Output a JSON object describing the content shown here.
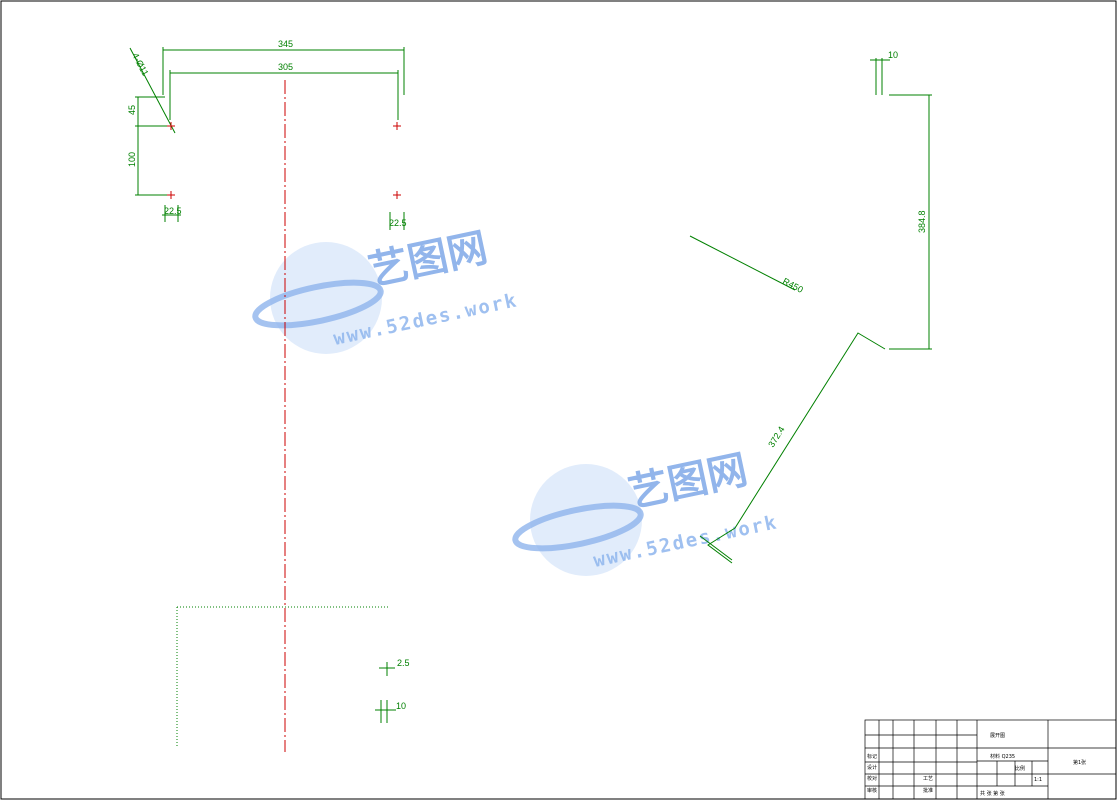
{
  "colors": {
    "dimension": "#008000",
    "centerline": "#cc0000",
    "frame": "#000000",
    "watermark": "#7fa9e8"
  },
  "dimensions": {
    "top_width_outer": "345",
    "top_width_inner": "305",
    "angle_note": "4-Ø11",
    "height_45": "45",
    "height_100": "100",
    "offset_left": "22.5",
    "offset_right": "22.5",
    "gap_10_top": "10",
    "side_length": "384.8",
    "diag_short": "R450",
    "diag_long": "372.4",
    "small_offset": "2.5",
    "small_gap": "10"
  },
  "watermark": {
    "logo_text": "艺图网",
    "url": "www.52des.work"
  },
  "title_block": {
    "drawing_name": "展开图",
    "material": "材料 Q235",
    "scale_label": "比例",
    "scale_value": "1:1",
    "sheet_note": "第1张",
    "rows": [
      "标记",
      "设计",
      "校对",
      "审核",
      "工艺",
      "批准"
    ],
    "sheet_count": "共  张    第  张"
  }
}
